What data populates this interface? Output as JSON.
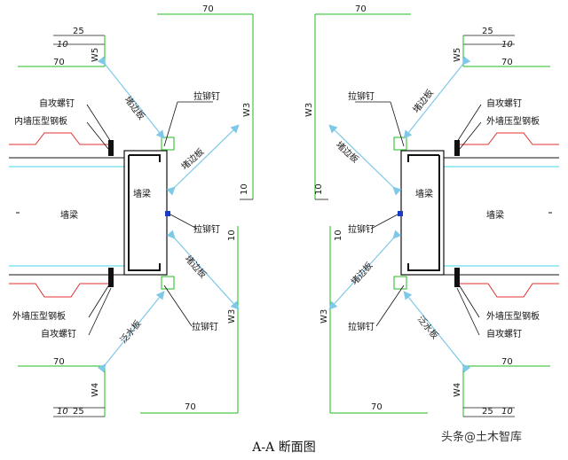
{
  "title": "A-A 断面图",
  "watermark": "头条@土木智库",
  "left": {
    "dims": {
      "top_70": "70",
      "top_25": "25",
      "top_10": "10",
      "top_w5": "W5",
      "top_70b": "70",
      "w3_upper": "W3",
      "ten_upper": "10",
      "ten_lower": "10",
      "w3_lower": "W3",
      "bottom_70": "70",
      "w4": "W4",
      "bottom_10": "10",
      "bottom_25": "25",
      "bottom_70b": "70"
    },
    "labels": {
      "zigong_top": "自攻螺钉",
      "neiqiang": "内墙压型钢板",
      "lamao_top": "拉铆钉",
      "qiangliang_center": "墙梁",
      "qiangliang_main": "墙梁",
      "lamao_mid": "拉铆钉",
      "lamao_bottom": "拉铆钉",
      "waiqiang": "外墙压型钢板",
      "zigong_bottom": "自攻螺钉",
      "zhebanban_top": "堵边板",
      "zhebanban_mid": "堵边板",
      "zhebanban_low": "堵边板",
      "waijiao": "泛水板"
    }
  },
  "right": {
    "dims": {
      "top_70": "70",
      "top_25": "25",
      "top_10": "10",
      "top_w5": "W5",
      "top_70b": "70",
      "w3_upper": "W3",
      "ten_upper": "10",
      "ten_lower": "10",
      "w3_lower": "W3",
      "bottom_70": "70",
      "w4": "W4",
      "bottom_10": "10",
      "bottom_25": "25",
      "bottom_70b": "70"
    },
    "labels": {
      "lamao_top": "拉铆钉",
      "zigong_top": "自攻螺钉",
      "waiqiang_top": "外墙压型钢板",
      "qiangliang_center": "墙梁",
      "qiangliang_main": "墙梁",
      "lamao_mid": "拉铆钉",
      "lamao_bottom": "拉铆钉",
      "waiqiang_bottom": "外墙压型钢板",
      "zigong_bottom": "自攻螺钉",
      "zhebanban_top": "堵边板",
      "zhebanban_mid": "堵边板",
      "zhebanban_low": "堵边板",
      "waijiao": "泛水板"
    }
  },
  "colors": {
    "green": "#22bb22",
    "cyan": "#00c8e0",
    "red": "#e03030",
    "blue": "#1a3ac8",
    "black": "#111111",
    "arrow": "#7ec8e8"
  }
}
